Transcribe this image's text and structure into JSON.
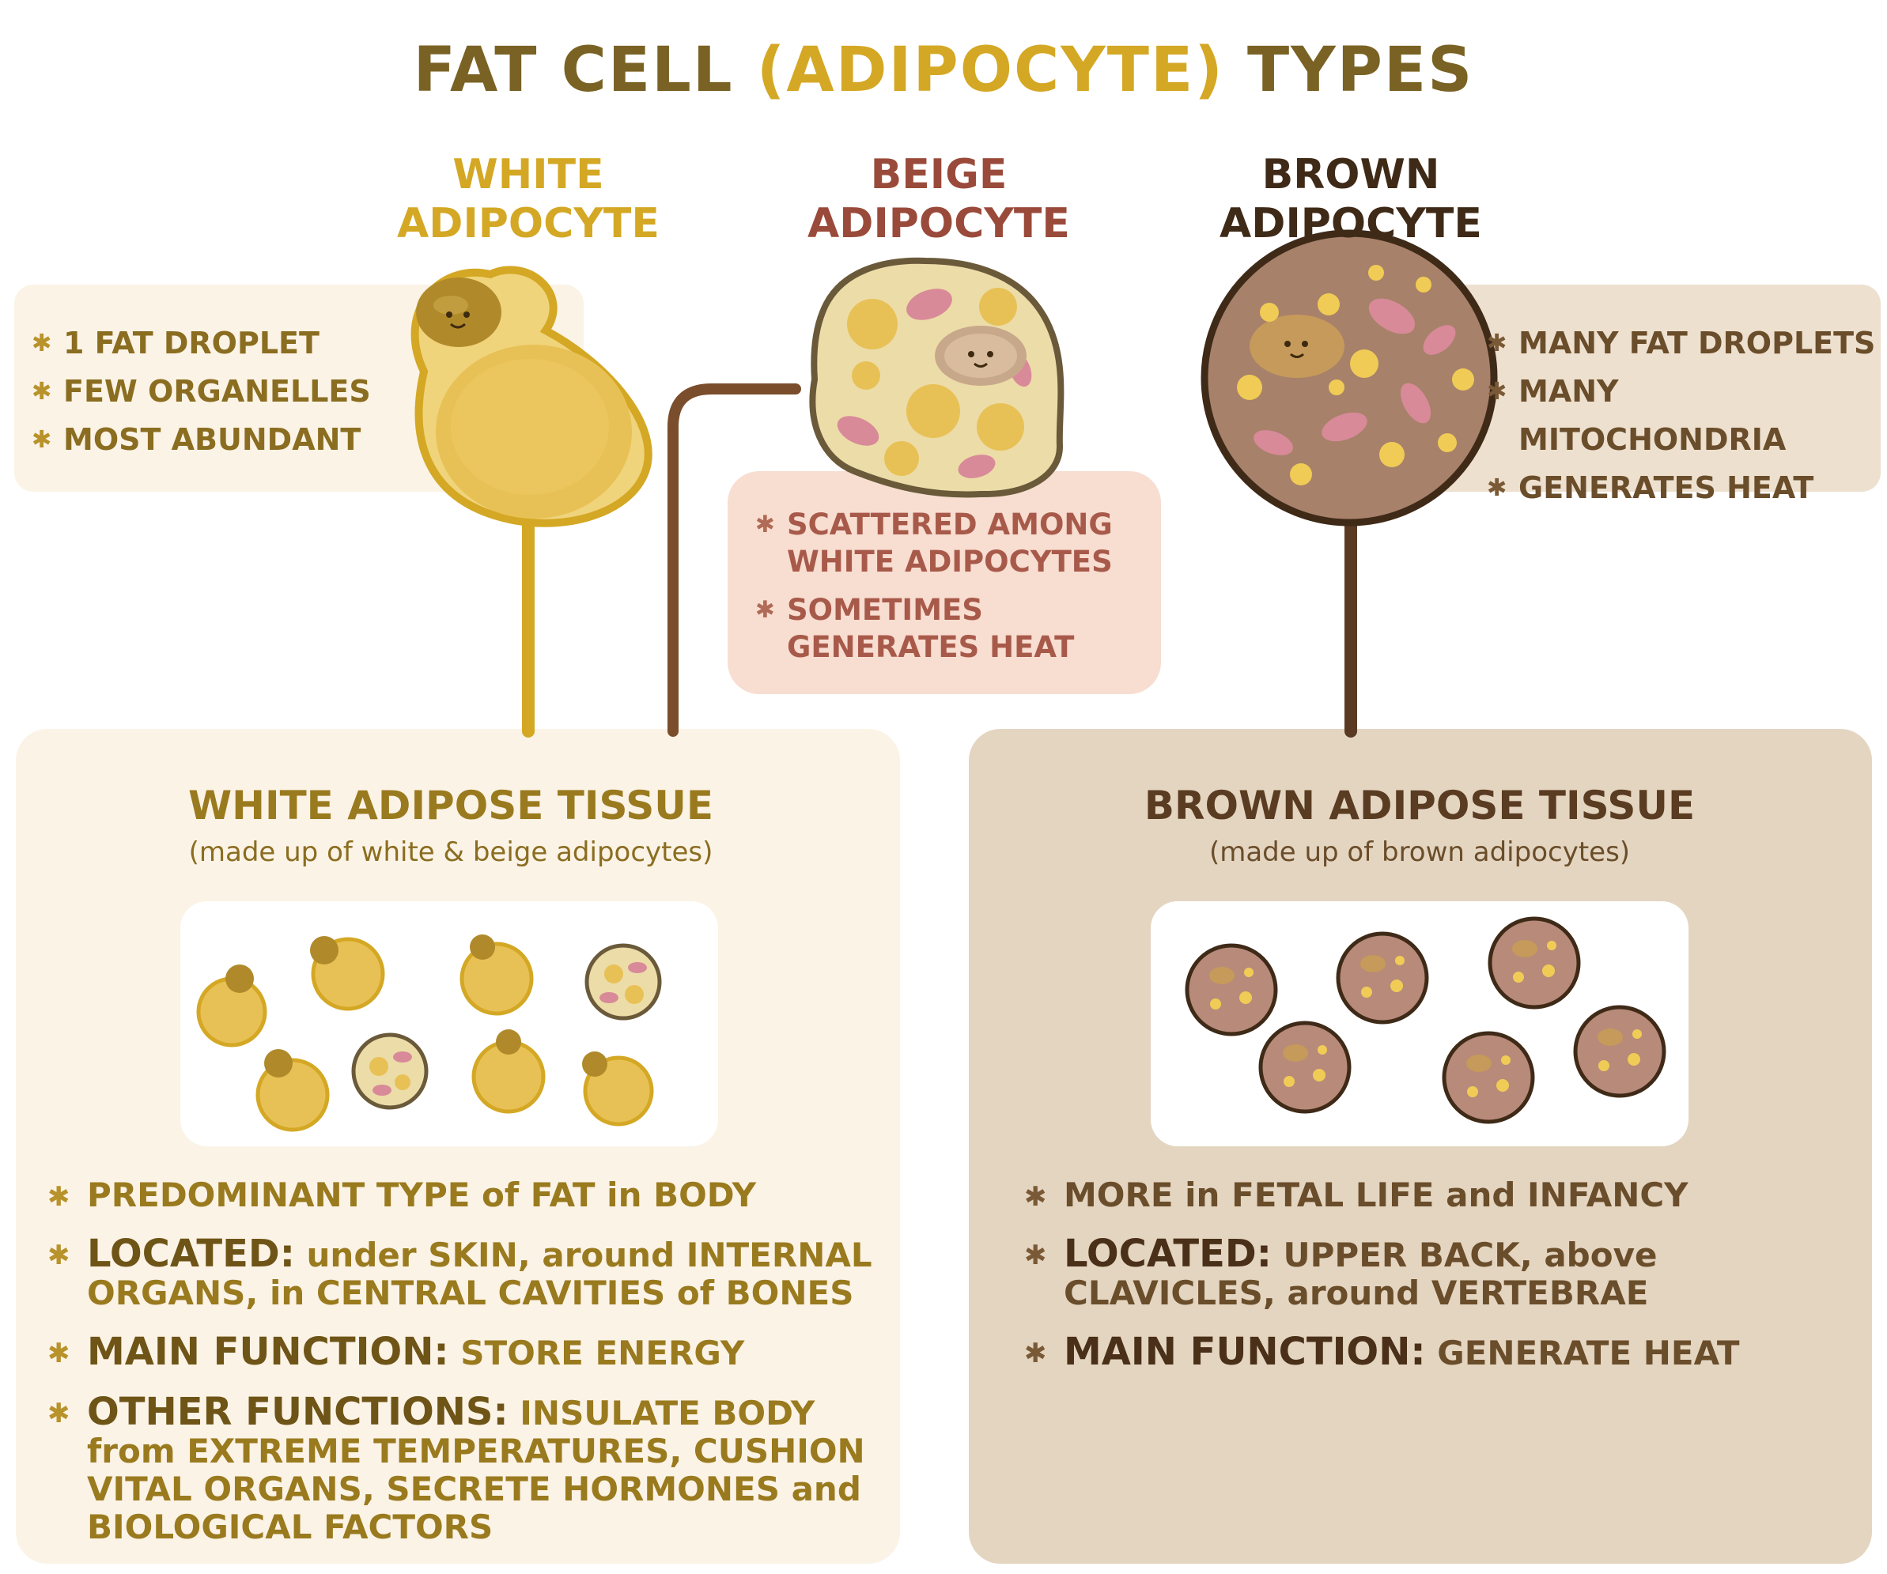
{
  "title": {
    "part1": "FAT CELL ",
    "part2": "(ADIPOCYTE)",
    "part3": " TYPES"
  },
  "cells": {
    "white": {
      "title_line1": "WHITE",
      "title_line2": "ADIPOCYTE",
      "bullets": [
        "1 FAT DROPLET",
        "FEW ORGANELLES",
        "MOST ABUNDANT"
      ]
    },
    "beige": {
      "title_line1": "BEIGE",
      "title_line2": "ADIPOCYTE",
      "bullets": [
        "SCATTERED AMONG WHITE ADIPOCYTES",
        "SOMETIMES GENERATES HEAT"
      ]
    },
    "brown": {
      "title_line1": "BROWN",
      "title_line2": "ADIPOCYTE",
      "bullets": [
        "MANY FAT DROPLETS",
        "MANY MITOCHONDRIA",
        "GENERATES HEAT"
      ]
    }
  },
  "white_tissue": {
    "title": "WHITE ADIPOSE TISSUE",
    "subtitle": "(made up of white & beige adipocytes)",
    "fact1": "PREDOMINANT TYPE of FAT in BODY",
    "fact2_key": "LOCATED:",
    "fact2_val": " under SKIN, around INTERNAL ORGANS, in CENTRAL CAVITIES of BONES",
    "fact3_key": "MAIN FUNCTION:",
    "fact3_val": " STORE ENERGY",
    "fact4_key": "OTHER FUNCTIONS:",
    "fact4_val": " INSULATE BODY from EXTREME TEMPERATURES, CUSHION VITAL ORGANS, SECRETE HORMONES and BIOLOGICAL FACTORS"
  },
  "brown_tissue": {
    "title": "BROWN ADIPOSE TISSUE",
    "subtitle": "(made up of brown adipocytes)",
    "fact1": "MORE in FETAL LIFE and INFANCY",
    "fact2_key": "LOCATED:",
    "fact2_val": " UPPER BACK, above CLAVICLES, around VERTEBRAE",
    "fact3_key": "MAIN FUNCTION:",
    "fact3_val": " GENERATE HEAT"
  },
  "colors": {
    "white_accent": "#d4a824",
    "white_text": "#9a7a1e",
    "beige_text": "#a85a4a",
    "brown_text": "#5a3c22",
    "white_panel": "#fbf3e6",
    "brown_panel": "#e4d5c1",
    "beige_box": "#f8ddd1",
    "connector_white": "#d4a824",
    "connector_brown": "#7a4e2c"
  }
}
